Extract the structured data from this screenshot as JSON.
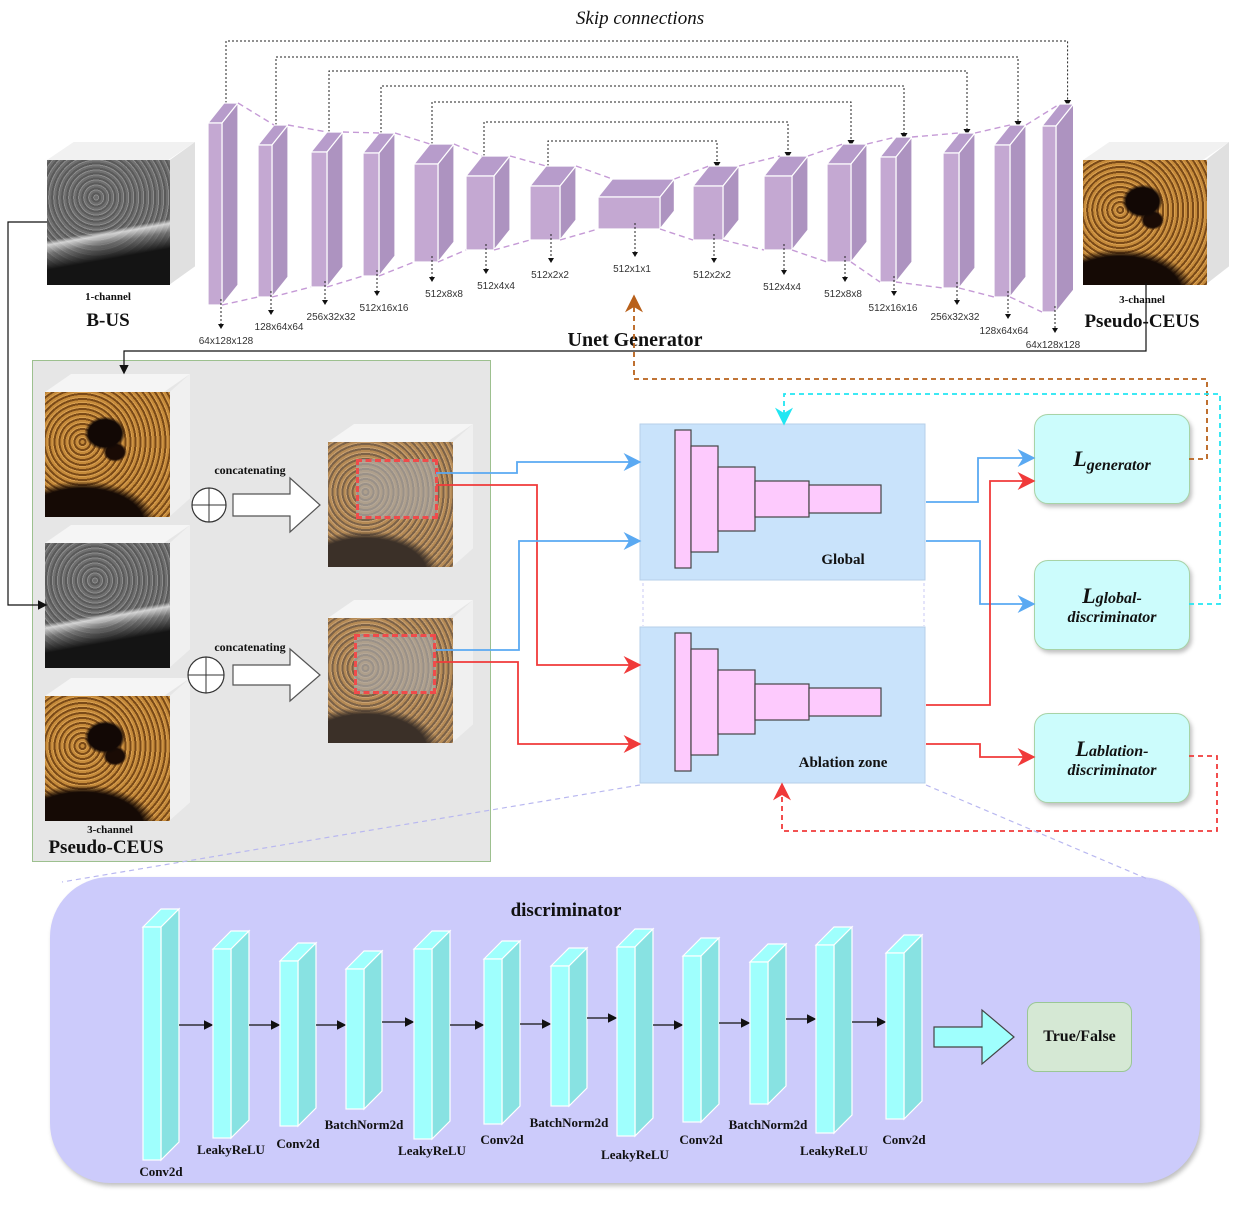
{
  "title": "Skip connections",
  "generator": {
    "label": "Unet Generator",
    "encoder_shapes": [
      "64x128x128",
      "128x64x64",
      "256x32x32",
      "512x16x16",
      "512x8x8",
      "512x4x4",
      "512x2x2"
    ],
    "bottleneck_shape": "512x1x1",
    "decoder_shapes": [
      "512x2x2",
      "512x4x4",
      "512x8x8",
      "512x16x16",
      "256x32x32",
      "128x64x64",
      "64x128x128"
    ]
  },
  "input": {
    "channels": "1-channel",
    "name": "B-US"
  },
  "output": {
    "channels": "3-channel",
    "name": "Pseudo-CEUS"
  },
  "discriminator_input": {
    "channels": "3-channel",
    "name": "Pseudo-CEUS",
    "concat_label_top": "concatenating",
    "concat_label_bottom": "concatenating"
  },
  "discriminators": [
    {
      "name": "Global"
    },
    {
      "name": "Ablation zone"
    }
  ],
  "losses": [
    {
      "main": "L",
      "sub": "generator",
      "sub2": ""
    },
    {
      "main": "L",
      "sub": "global-",
      "sub2": "discriminator"
    },
    {
      "main": "L",
      "sub": "ablation-",
      "sub2": "discriminator"
    }
  ],
  "detail": {
    "title": "discriminator",
    "layers": [
      "Conv2d",
      "LeakyReLU",
      "Conv2d",
      "BatchNorm2d",
      "LeakyReLU",
      "Conv2d",
      "BatchNorm2d",
      "LeakyReLU",
      "Conv2d",
      "BatchNorm2d",
      "LeakyReLU",
      "Conv2d"
    ],
    "output": "True/False"
  },
  "colors": {
    "unet_block": "#c4a8d2",
    "unet_block_side": "#ad93c0",
    "disc_panel": "#c9e3fb",
    "disc_bar": "#fdcafd",
    "loss_box": "#ccfcfc",
    "detail_panel": "#cccbfb",
    "layer_front": "#9ffffd",
    "layer_side": "#88e2e2",
    "blue_arrow": "#5aa9f2",
    "red_arrow": "#f03a3a",
    "brown_dash": "#b8601a",
    "cyan_dash": "#22e6f2",
    "result_box": "#d5e8d4"
  }
}
